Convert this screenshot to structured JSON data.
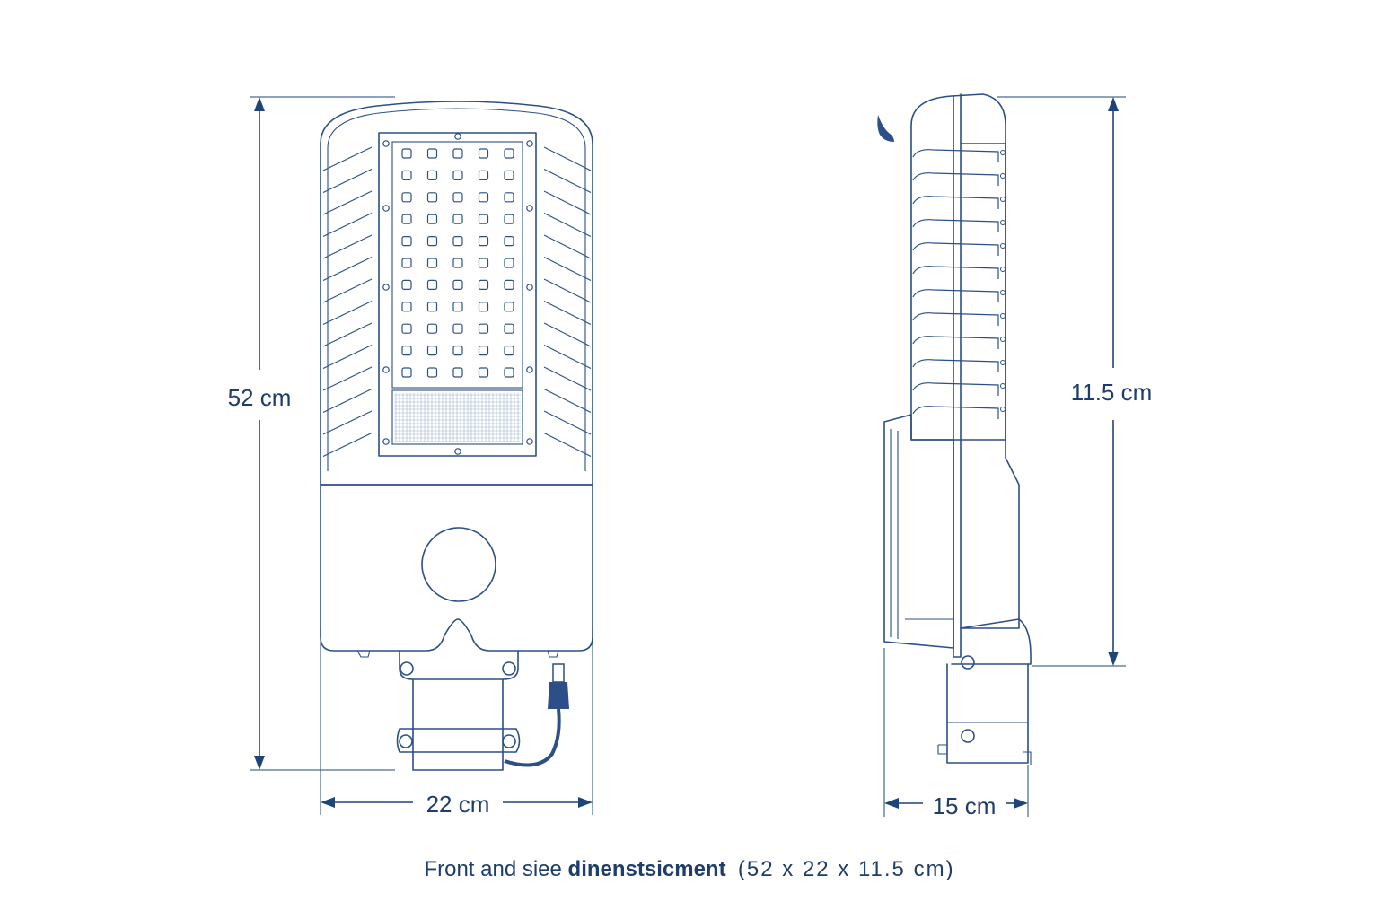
{
  "dimensions": {
    "height": "52 cm",
    "width": "22 cm",
    "depth_side": "15 cm",
    "side_height": "11.5 cm"
  },
  "caption": {
    "prefix": "Front and siee ",
    "emphasis": "dinenstsicment",
    "suffix": "(52 x 22 x 11.5 cm)"
  },
  "colors": {
    "line": "#2b4f86",
    "dimension": "#1f4479",
    "background": "#ffffff"
  },
  "led_grid": {
    "rows": 11,
    "columns": 5
  }
}
